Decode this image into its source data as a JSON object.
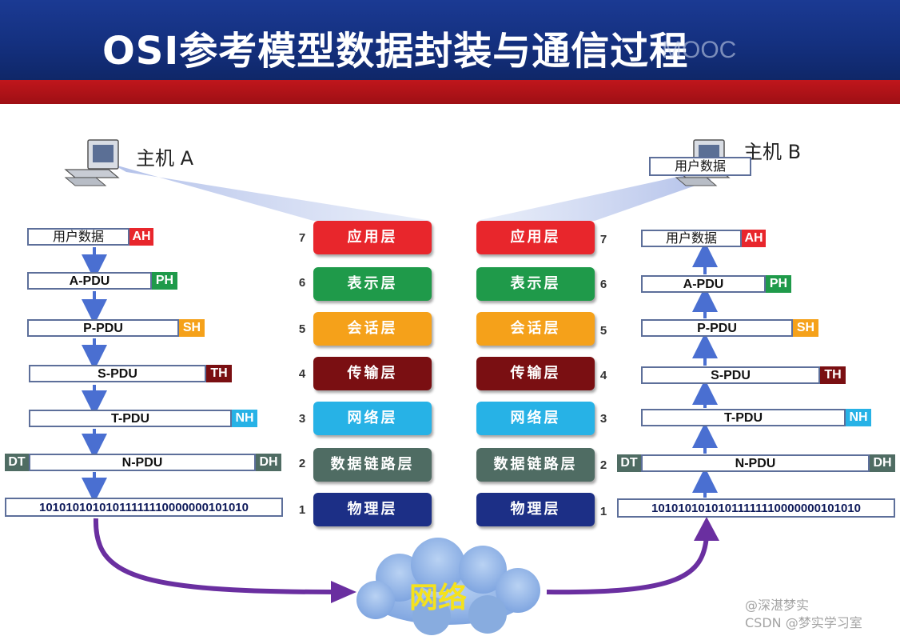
{
  "title": "OSI参考模型数据封装与通信过程",
  "watermark_top": "MOOC",
  "host_a": "主机 A",
  "host_b": "主机 B",
  "user_data_on_host_b": "用户数据",
  "layers": [
    {
      "num": "7",
      "name": "应用层",
      "color": "#e8262c"
    },
    {
      "num": "6",
      "name": "表示层",
      "color": "#1f9a4a"
    },
    {
      "num": "5",
      "name": "会话层",
      "color": "#f5a11a"
    },
    {
      "num": "4",
      "name": "传输层",
      "color": "#7a0f12"
    },
    {
      "num": "3",
      "name": "网络层",
      "color": "#27b2e6"
    },
    {
      "num": "2",
      "name": "数据链路层",
      "color": "#4f6c63"
    },
    {
      "num": "1",
      "name": "物理层",
      "color": "#1c2f86"
    }
  ],
  "sender_stack": [
    {
      "data": "用户数据",
      "header": "AH",
      "header_color": "#e8262c"
    },
    {
      "data": "A-PDU",
      "header": "PH",
      "header_color": "#1f9a4a"
    },
    {
      "data": "P-PDU",
      "header": "SH",
      "header_color": "#f5a11a"
    },
    {
      "data": "S-PDU",
      "header": "TH",
      "header_color": "#7a0f12"
    },
    {
      "data": "T-PDU",
      "header": "NH",
      "header_color": "#27b2e6"
    },
    {
      "data": "N-PDU",
      "trailer_left": "DT",
      "header": "DH",
      "header_color": "#4f6c63"
    },
    {
      "bits": "10101010101011111110000000101010"
    }
  ],
  "receiver_stack": [
    {
      "data": "用户数据",
      "header": "AH"
    },
    {
      "data": "A-PDU",
      "header": "PH"
    },
    {
      "data": "P-PDU",
      "header": "SH"
    },
    {
      "data": "S-PDU",
      "header": "TH"
    },
    {
      "data": "T-PDU",
      "header": "NH"
    },
    {
      "data": "N-PDU",
      "trailer_left": "DT",
      "header": "DH"
    },
    {
      "bits": "10101010101011111110000000101010"
    }
  ],
  "network": "网络",
  "watermark_bottom": [
    "@深湛梦实",
    "CSDN @梦实学习室"
  ]
}
